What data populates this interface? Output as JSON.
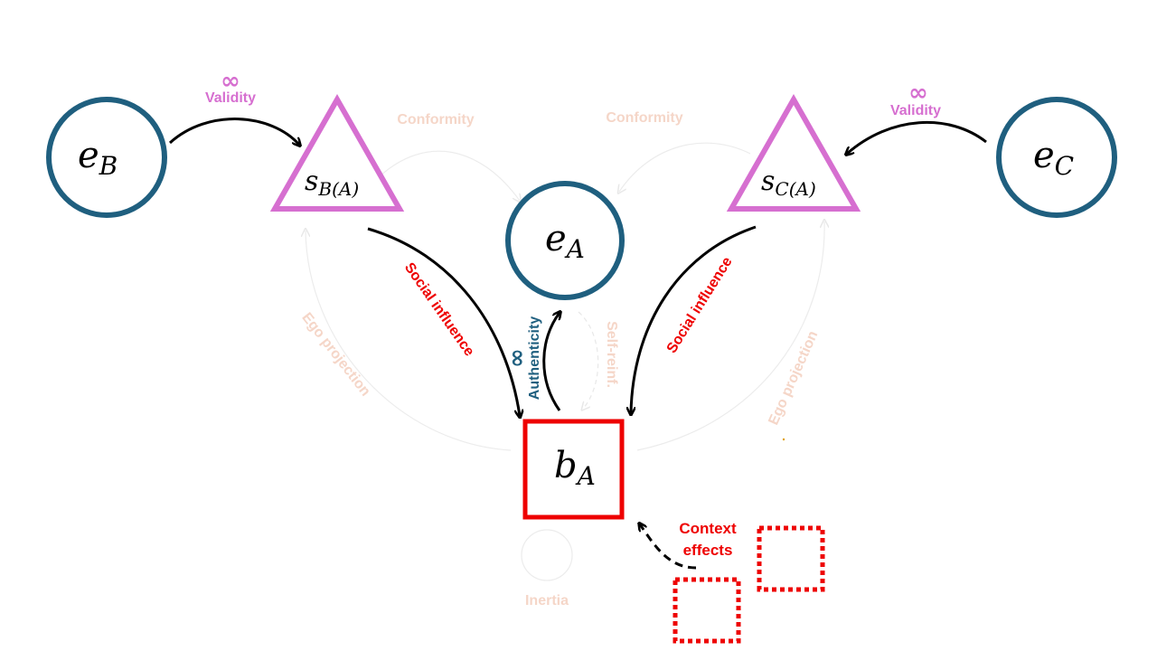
{
  "colors": {
    "node_blue": "#1f5f7f",
    "triangle_pink": "#d66fd0",
    "red": "#ee0000",
    "faint": "#f5d6c8",
    "arrow": "#000000"
  },
  "nodes": {
    "e_B": {
      "base": "e",
      "sub": "B"
    },
    "e_A": {
      "base": "e",
      "sub": "A"
    },
    "e_C": {
      "base": "e",
      "sub": "C"
    },
    "s_BA": {
      "base": "s",
      "sub": "B(A)"
    },
    "s_CA": {
      "base": "s",
      "sub": "C(A)"
    },
    "b_A": {
      "base": "b",
      "sub": "A"
    }
  },
  "labels": {
    "infinity": "∞",
    "validity_left": "Validity",
    "validity_right": "Validity",
    "conformity_left": "Conformity",
    "conformity_right": "Conformity",
    "social_influence_left": "Social influence",
    "social_influence_right": "Social influence",
    "authenticity": "Authenticity",
    "self_reinf": "Self-reinf.",
    "ego_projection_left": "Ego projection",
    "ego_projection_right": "Ego projection",
    "inertia": "Inertia",
    "context_effects_line1": "Context",
    "context_effects_line2": "effects"
  }
}
